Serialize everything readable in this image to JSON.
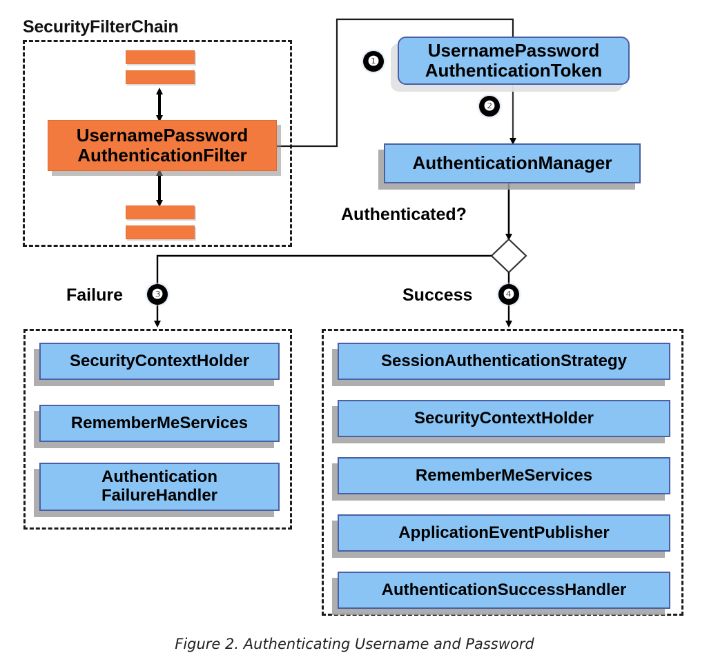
{
  "figure": {
    "caption": "Figure 2. Authenticating Username and Password"
  },
  "groups": {
    "security_filter_chain": {
      "caption": "SecurityFilterChain"
    },
    "failure": {
      "label": "Failure",
      "badge": "❸"
    },
    "success": {
      "label": "Success",
      "badge": "❹"
    }
  },
  "nodes": {
    "filter": "UsernamePassword\nAuthenticationFilter",
    "token": "UsernamePassword\nAuthenticationToken",
    "auth_manager": "AuthenticationManager"
  },
  "badges": {
    "one": "❶",
    "two": "❷",
    "three": "❸",
    "four": "❹"
  },
  "decision": {
    "label": "Authenticated?"
  },
  "failure_components": [
    "SecurityContextHolder",
    "RememberMeServices",
    "Authentication\nFailureHandler"
  ],
  "success_components": [
    "SessionAuthenticationStrategy",
    "SecurityContextHolder",
    "RememberMeServices",
    "ApplicationEventPublisher",
    "AuthenticationSuccessHandler"
  ],
  "colors": {
    "orange": "#f37a3f",
    "blue": "#89c4f4",
    "blue_border": "#4a5fa5",
    "shadow": "#a0a0a0",
    "line": "#1a1a1a",
    "dashed_border": "#1a1a1a"
  }
}
